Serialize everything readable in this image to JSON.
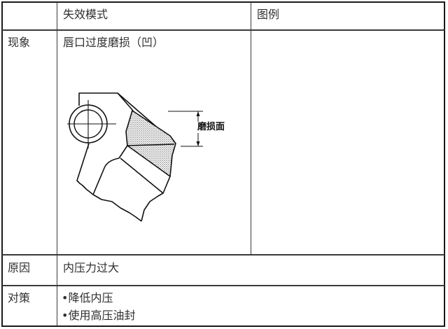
{
  "table": {
    "header": {
      "corner": "",
      "col_mode": "失效模式",
      "col_figure": "图例"
    },
    "rows": [
      {
        "label": "现象",
        "content": "唇口过度磨损（凹）",
        "figure": {
          "description": "oil seal lip cross-section with worn surface shaded",
          "dimension_label": "磨损面"
        }
      },
      {
        "label": "原因",
        "content": "内压力过大"
      },
      {
        "label": "对策",
        "items": [
          "•降低内压",
          "•使用高压油封"
        ]
      }
    ]
  }
}
